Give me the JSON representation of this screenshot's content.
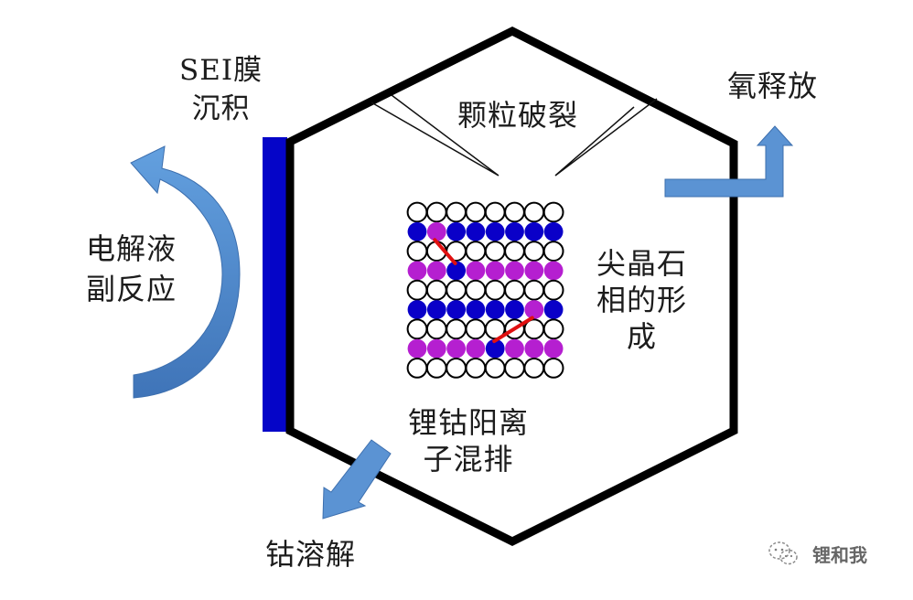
{
  "diagram": {
    "title_labels": {
      "sei": [
        "SEI膜",
        "沉积"
      ],
      "particle_crack": "颗粒破裂",
      "oxygen_release": "氧释放",
      "spinel_formation": [
        "尖晶石",
        "相的形",
        "成"
      ],
      "cation_mixing": [
        "锂钴阳离",
        "子混排"
      ],
      "electrolyte_side_reaction": [
        "电解液",
        "副反应"
      ],
      "cobalt_dissolution": "钴溶解"
    },
    "watermark": {
      "text": "锂和我",
      "icon": "wechat-icon"
    },
    "lattice": {
      "columns": 8,
      "rows": [
        {
          "type": "empty",
          "cells": [
            "o",
            "o",
            "o",
            "o",
            "o",
            "o",
            "o",
            "o"
          ]
        },
        {
          "type": "cobalt",
          "cells": [
            "b",
            "m",
            "b",
            "b",
            "b",
            "b",
            "b",
            "b"
          ]
        },
        {
          "type": "empty",
          "cells": [
            "o",
            "o",
            "o",
            "o",
            "o",
            "o",
            "o",
            "o"
          ]
        },
        {
          "type": "lithium",
          "cells": [
            "m",
            "m",
            "b",
            "m",
            "m",
            "m",
            "m",
            "m"
          ]
        },
        {
          "type": "empty",
          "cells": [
            "o",
            "o",
            "o",
            "o",
            "o",
            "o",
            "o",
            "o"
          ]
        },
        {
          "type": "cobalt",
          "cells": [
            "b",
            "b",
            "b",
            "b",
            "b",
            "b",
            "m",
            "b"
          ]
        },
        {
          "type": "empty",
          "cells": [
            "o",
            "o",
            "o",
            "o",
            "o",
            "o",
            "o",
            "o"
          ]
        },
        {
          "type": "lithium",
          "cells": [
            "m",
            "m",
            "m",
            "m",
            "b",
            "m",
            "m",
            "m"
          ]
        },
        {
          "type": "empty",
          "cells": [
            "o",
            "o",
            "o",
            "o",
            "o",
            "o",
            "o",
            "o"
          ]
        }
      ],
      "exchange_links": [
        {
          "from": [
            1,
            1
          ],
          "to": [
            3,
            2
          ]
        },
        {
          "from": [
            5,
            6
          ],
          "to": [
            7,
            4
          ]
        }
      ]
    },
    "colors": {
      "cobalt": "#0a00c8",
      "lithium": "#b51fd0",
      "oxygen_fill": "#ffffff",
      "outline": "#000000",
      "exchange": "#e01010",
      "sei_bar": "#0505c8",
      "arrow_fill": "#5b93d3",
      "arrow_stroke": "#3d6fae"
    }
  }
}
